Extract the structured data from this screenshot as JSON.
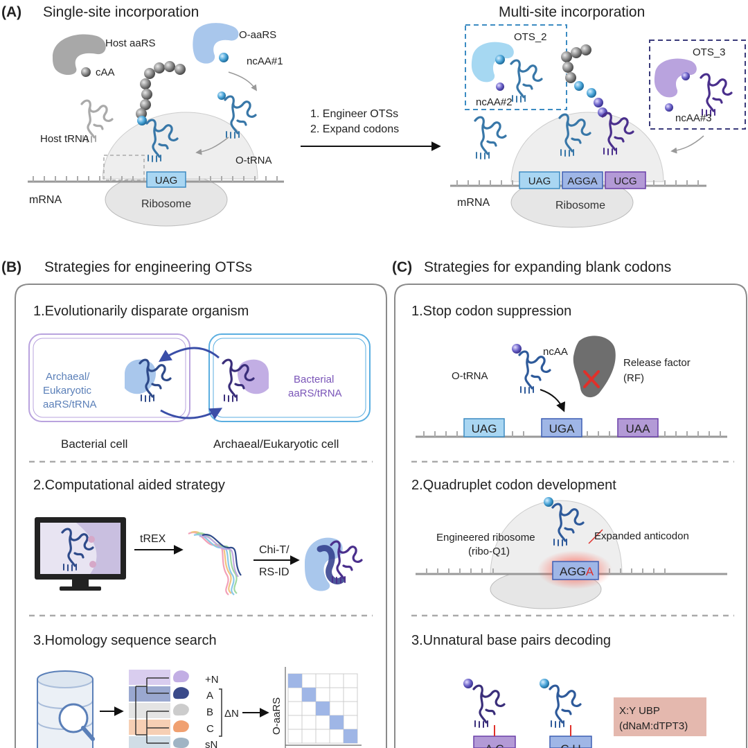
{
  "panel_a": {
    "label": "(A)",
    "left_title": "Single-site incorporation",
    "right_title": "Multi-site incorporation",
    "host_aars": "Host aaRS",
    "caa": "cAA",
    "o_aars": "O-aaRS",
    "ncaa1": "ncAA#1",
    "host_trna": "Host tRNA",
    "o_trna": "O-tRNA",
    "mrna_left": "mRNA",
    "ribosome_left": "Ribosome",
    "codon_uag_left": "UAG",
    "step1": "1. Engineer OTSs",
    "step2": "2. Expand codons",
    "ots2": "OTS_2",
    "ncaa2": "ncAA#2",
    "ots3": "OTS_3",
    "ncaa3": "ncAA#3",
    "mrna_right": "mRNA",
    "ribosome_right": "Ribosome",
    "codons_right": [
      "UAG",
      "AGGA",
      "UCG"
    ]
  },
  "panel_b": {
    "label": "(B)",
    "title": "Strategies for engineering OTSs",
    "s1_title": "1.Evolutionarily disparate organism",
    "archaeal_aars": [
      "Archaeal/",
      "Eukaryotic",
      "aaRS/tRNA"
    ],
    "bacterial_aars": [
      "Bacterial",
      "aaRS/tRNA"
    ],
    "bacterial_cell": "Bacterial cell",
    "archaeal_cell": "Archaeal/Eukaryotic cell",
    "s2_title": "2.Computational aided strategy",
    "trex": "tREX",
    "chi": [
      "Chi-T/",
      "RS-ID"
    ],
    "s3_title": "3.Homology sequence search",
    "tree_labels": [
      "+N",
      "A",
      "B",
      "C",
      "sN"
    ],
    "delta_n": "ΔN",
    "o_aars_axis": "O-aaRS"
  },
  "panel_c": {
    "label": "(C)",
    "title": "Strategies for expanding blank codons",
    "s1_title": "1.Stop codon suppression",
    "ncaa": "ncAA",
    "o_trna": "O-tRNA",
    "release_factor": [
      "Release factor",
      "(RF)"
    ],
    "stop_codons": [
      "UAG",
      "UGA",
      "UAA"
    ],
    "s2_title": "2.Quadruplet codon development",
    "engineered_ribosome": [
      "Engineered ribosome",
      "(ribo-Q1)"
    ],
    "expanded_anticodon": "Expanded anticodon",
    "quad_codon_main": "AGG",
    "quad_codon_extra": "A",
    "s3_title": "3.Unnatural base pairs decoding",
    "ubp": [
      "X:Y UBP",
      "(dNaM:dTPT3)"
    ],
    "ubp_codons": [
      "A  C",
      "C  U"
    ]
  }
}
